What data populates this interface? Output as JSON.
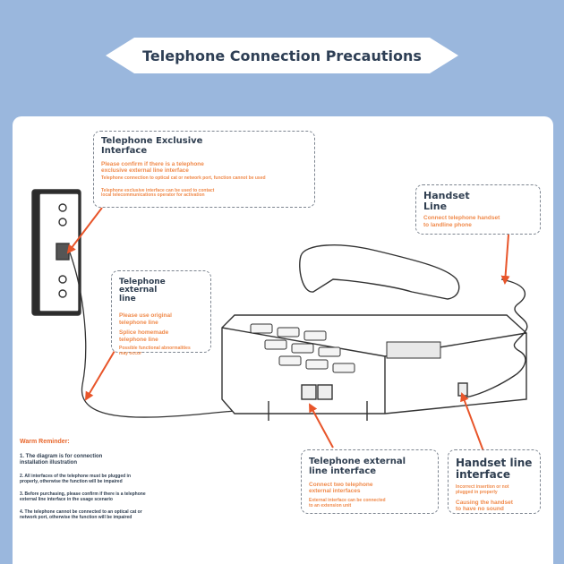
{
  "title": "Telephone Connection Precautions",
  "callouts": {
    "exclusive": {
      "title": "Telephone Exclusive\n Interface",
      "line1": "Please confirm if there is a telephone\n exclusive external line interface",
      "line2": "Telephone connection to optical cat or network port, function cannot be used",
      "line3": "Telephone exclusive interface can be used to contact\n local telecommunications operator for activation"
    },
    "external": {
      "title": "Telephone external\nline",
      "line1": "Please use original\n telephone line",
      "line2": "Splice homemade\n telephone line",
      "line3": "Possible functional abnormalities\nmay occur"
    },
    "handset": {
      "title": "Handset\nLine",
      "line1": "Connect telephone handset\n to landline phone"
    },
    "ext_iface": {
      "title": "Telephone external\nline interface",
      "line1": "Connect two telephone\n external interfaces",
      "line2": "External interface can be connected\n to an extension unit"
    },
    "handset_iface": {
      "title": "Handset line\ninterface",
      "line1": "Incorrect insertion or not\n plugged in properly",
      "line2": "Causing the handset\n to have no sound"
    }
  },
  "reminder": {
    "title": "Warm Reminder:",
    "items": [
      "1. The diagram is for connection\n installation illustration",
      "2. All interfaces of the telephone must be plugged in\n properly, otherwise the function will be impaired",
      "3. Before purchasing, please confirm if there is a telephone\n external line interface in the usage scenario",
      "4. The telephone cannot be connected to an optical cat or\n network port, otherwise the function will be impaired"
    ]
  },
  "colors": {
    "background": "#9ab7dd",
    "accent": "#f08a4b",
    "arrow": "#e8552a",
    "text": "#2f3e50"
  }
}
